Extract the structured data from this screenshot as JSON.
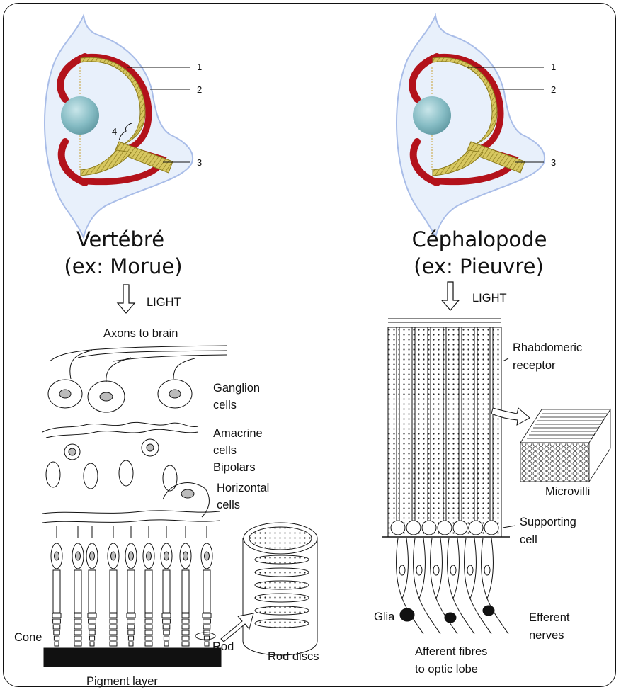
{
  "vertebrate": {
    "title": "Vertébré",
    "subtitle": "(ex: Morue)",
    "eye_labels": [
      "1",
      "2",
      "3",
      "4"
    ],
    "light": "LIGHT",
    "labels": {
      "axons": "Axons to brain",
      "ganglion_1": "Ganglion",
      "ganglion_2": "cells",
      "amacrine_1": "Amacrine",
      "amacrine_2": "cells",
      "bipolars": "Bipolars",
      "horizontal_1": "Horizontal",
      "horizontal_2": "cells",
      "cone": "Cone",
      "rod": "Rod",
      "rod_discs": "Rod discs",
      "pigment": "Pigment layer"
    }
  },
  "cephalopod": {
    "title": "Céphalopode",
    "subtitle": "(ex: Pieuvre)",
    "eye_labels": [
      "1",
      "2",
      "3"
    ],
    "light": "LIGHT",
    "labels": {
      "rhabdomeric_1": "Rhabdomeric",
      "rhabdomeric_2": "receptor",
      "microvilli": "Microvilli",
      "supporting_1": "Supporting",
      "supporting_2": "cell",
      "glia": "Glia",
      "efferent_1": "Efferent",
      "efferent_2": "nerves",
      "afferent_1": "Afferent fibres",
      "afferent_2": "to optic lobe"
    }
  },
  "colors": {
    "eye_outline": "#a9bde8",
    "eye_fill": "#e8f0fb",
    "choroid": "#b3121b",
    "retina": "#c9b84a",
    "lens": "#7fb7bf"
  }
}
